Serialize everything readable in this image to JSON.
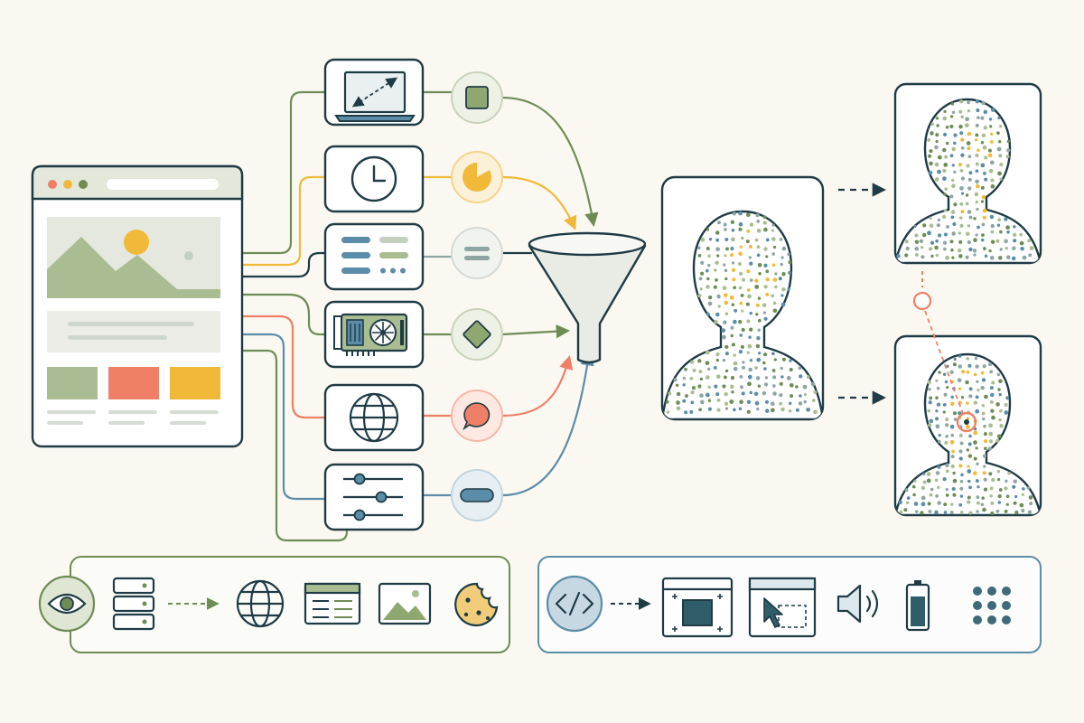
{
  "colors": {
    "background": "#fbf8f1",
    "outline": "#1f3b45",
    "panel_fill": "#ffffff",
    "green": "#6e8d55",
    "green_light": "#aabd92",
    "yellow": "#f1b93a",
    "red": "#ef7f66",
    "blue": "#5c8da8",
    "gray": "#8fa5a3",
    "funnel_fill": "#e8ece4"
  },
  "diagram": {
    "source": {
      "icon": "browser-window-icon"
    },
    "signals": [
      {
        "id": "screen-size",
        "icon": "laptop-resize-icon",
        "token": "square-token",
        "color": "green"
      },
      {
        "id": "timezone",
        "icon": "clock-icon",
        "token": "pie-token",
        "color": "yellow"
      },
      {
        "id": "fonts-list",
        "icon": "list-icon",
        "token": "lines-token",
        "color": "gray"
      },
      {
        "id": "gpu",
        "icon": "graphics-card-icon",
        "token": "diamond-token",
        "color": "green"
      },
      {
        "id": "language",
        "icon": "globe-icon",
        "token": "speech-bubble-token",
        "color": "red"
      },
      {
        "id": "settings",
        "icon": "sliders-icon",
        "token": "pill-token",
        "color": "blue"
      }
    ],
    "aggregator": {
      "icon": "funnel-icon"
    },
    "fingerprint": {
      "icon": "dotted-person-icon"
    },
    "matches": [
      {
        "id": "profile-a",
        "icon": "dotted-person-icon"
      },
      {
        "id": "profile-b",
        "icon": "dotted-person-highlight-icon"
      }
    ]
  },
  "legend_left": {
    "icons": [
      "eye-icon",
      "server-stack-icon",
      "globe-icon",
      "web-form-icon",
      "image-icon",
      "cookie-icon"
    ]
  },
  "legend_right": {
    "icons": [
      "code-icon",
      "canvas-icon",
      "cursor-window-icon",
      "speaker-icon",
      "battery-icon",
      "dot-grid-icon"
    ]
  }
}
